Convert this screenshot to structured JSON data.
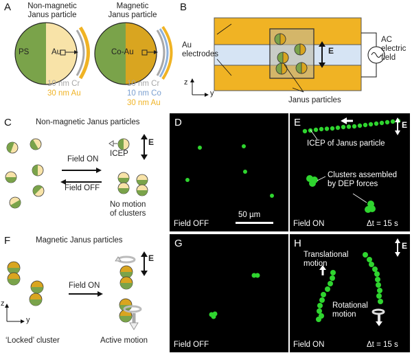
{
  "panelA": {
    "label": "A",
    "left_title": "Non-magnetic\nJanus particle",
    "right_title": "Magnetic\nJanus particle",
    "ps": "PS",
    "au": "Au",
    "coau": "Co-Au",
    "left_layers": [
      "10 nm Cr",
      "30 nm Au"
    ],
    "right_layers": [
      "10 nm Cr",
      "10 nm Co",
      "30 nm Au"
    ]
  },
  "panelB": {
    "label": "B",
    "electrodes": "Au\nelectrodes",
    "ac_field": "AC\nelectric\nfield",
    "janus": "Janus particles",
    "E": "E",
    "z": "z",
    "y": "y"
  },
  "panelC": {
    "label": "C",
    "title": "Non-magnetic Janus particles",
    "field_on": "Field ON",
    "field_off": "Field OFF",
    "icep": "ICEP",
    "no_motion": "No motion\nof clusters",
    "E": "E"
  },
  "panelD": {
    "label": "D",
    "field": "Field OFF",
    "scale": "50 µm"
  },
  "panelE": {
    "label": "E",
    "icep": "ICEP of Janus particle",
    "clusters": "Clusters assembled\nby DEP forces",
    "field": "Field ON",
    "dt": "Δt = 15 s",
    "E": "E"
  },
  "panelF": {
    "label": "F",
    "title": "Magnetic Janus particles",
    "field_on": "Field ON",
    "locked": "‘Locked’ cluster",
    "active": "Active motion",
    "E": "E",
    "z": "z",
    "y": "y"
  },
  "panelG": {
    "label": "G",
    "field": "Field OFF"
  },
  "panelH": {
    "label": "H",
    "translational": "Translational\nmotion",
    "rotational": "Rotational\nmotion",
    "field": "Field ON",
    "dt": "Δt = 15 s",
    "E": "E"
  },
  "colors": {
    "green": "#7aa34a",
    "cream": "#f8e3a8",
    "gold": "#d9a520",
    "micro_green": "#2fd52f",
    "cr_gray": "#a8a8a8",
    "co_blue": "#8fb1da",
    "au_yellow": "#f0b324"
  }
}
